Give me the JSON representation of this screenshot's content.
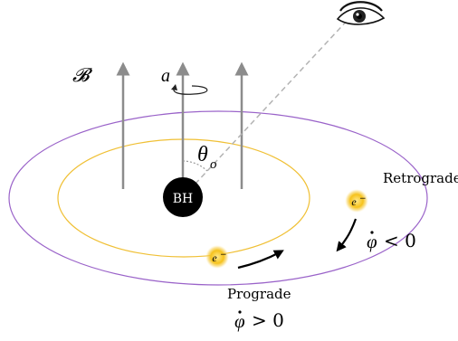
{
  "labels": {
    "field": "𝓑",
    "spin": "a",
    "angle": "θ",
    "angle_sub": "o",
    "black_hole": "BH",
    "electron": "e",
    "electron_charge": "−",
    "retrograde": "Retrograde",
    "prograde": "Prograde",
    "retro_condition": "< 0",
    "pro_condition": "> 0",
    "phi": "φ"
  },
  "colors": {
    "outer_orbit": "#9a63c9",
    "inner_orbit": "#f0c035",
    "field_lines": "#8c8c8c",
    "sight_line": "#b3b3b3",
    "black_hole": "#000000",
    "electron": "#f6c21c",
    "electron_glow": "#ffe9a3",
    "arrow": "#000000"
  },
  "icons": {
    "observer": "eye-icon",
    "spin": "rotation-arrow-icon"
  }
}
